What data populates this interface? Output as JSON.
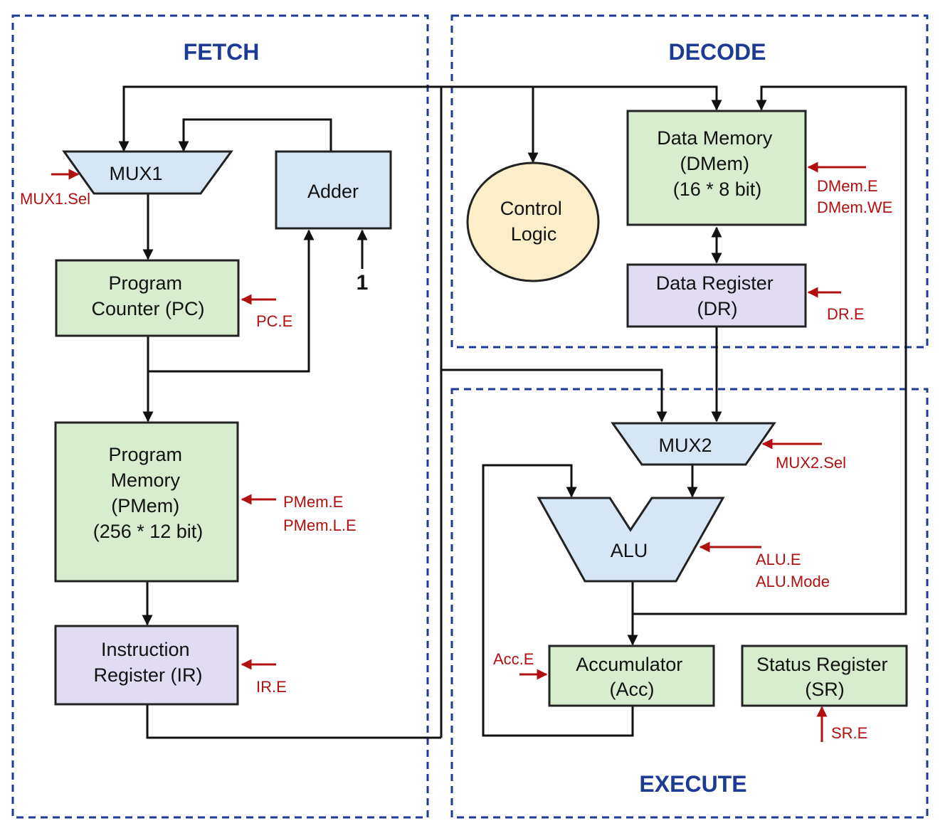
{
  "stages": {
    "fetch": "FETCH",
    "decode": "DECODE",
    "execute": "EXECUTE"
  },
  "blocks": {
    "mux1": [
      "MUX1"
    ],
    "adder": [
      "Adder"
    ],
    "pc": [
      "Program",
      "Counter  (PC)"
    ],
    "pmem": [
      "Program",
      "Memory",
      "(PMem)",
      "(256  * 12 bit)"
    ],
    "ir": [
      "Instruction",
      "Register (IR)"
    ],
    "control": [
      "Control",
      "Logic"
    ],
    "dmem": [
      "Data Memory",
      "(DMem)",
      "(16  * 8 bit)"
    ],
    "dr": [
      "Data Register",
      "(DR)"
    ],
    "mux2": [
      "MUX2"
    ],
    "alu": [
      "ALU"
    ],
    "acc": [
      "Accumulator",
      "(Acc)"
    ],
    "sr": [
      "Status Register",
      "(SR)"
    ]
  },
  "constant_input": "1",
  "signals": {
    "mux1_sel": "MUX1.Sel",
    "pc_e": "PC.E",
    "pmem_e": "PMem.E",
    "pmem_le": "PMem.L.E",
    "ir_e": "IR.E",
    "dmem_e": "DMem.E",
    "dmem_we": "DMem.WE",
    "dr_e": "DR.E",
    "mux2_sel": "MUX2.Sel",
    "alu_e": "ALU.E",
    "alu_mode": "ALU.Mode",
    "acc_e": "Acc.E",
    "sr_e": "SR.E"
  },
  "colors": {
    "memory_register_green": "#d8ecd0",
    "mux_adder_blue": "#d6e6f4",
    "register_purple": "#e2dcf3",
    "control_yellow": "#fbefc9",
    "stage_border_blue": "#1f3a93",
    "signal_red": "#b01010"
  }
}
